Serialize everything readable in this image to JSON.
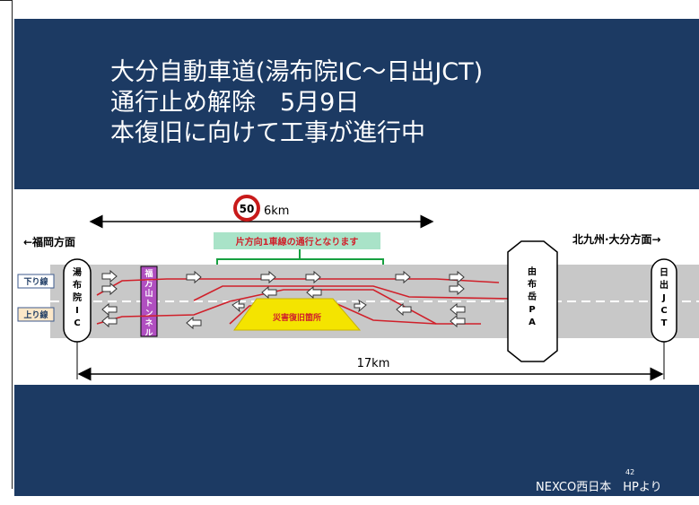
{
  "title": {
    "line1": "大分自動車道(湯布院IC〜日出JCT)",
    "line2": "通行止め解除　5月9日",
    "line3": "本復旧に向けて工事が進行中"
  },
  "diagram": {
    "speed_limit": "50",
    "distance_top": "6km",
    "distance_bottom": "17km",
    "direction_left": "←福岡方面",
    "direction_right": "北九州·大分方面→",
    "banner": "片方向1車線の通行となります",
    "lane_down": "下り線",
    "lane_up": "上り線",
    "ic_chars": [
      "湯",
      "布",
      "院",
      "I",
      "C"
    ],
    "tunnel_chars": [
      "福",
      "万",
      "山",
      "ト",
      "ン",
      "ネ",
      "ル"
    ],
    "pa_chars": [
      "由",
      "布",
      "岳",
      "P",
      "A"
    ],
    "jct_chars": [
      "日",
      "出",
      "J",
      "C",
      "T"
    ],
    "disaster_label": "災害復旧箇所",
    "colors": {
      "road": "#c8c8c8",
      "band": "#1c3a63",
      "red": "#d0202a",
      "tunnel": "#b04fc0",
      "banner_bg": "#a9e3c8",
      "banner_text": "#d0202a",
      "disaster": "#f4e400"
    }
  },
  "footer": {
    "credit": "NEXCO西日本　HPより",
    "page_number": "42"
  }
}
